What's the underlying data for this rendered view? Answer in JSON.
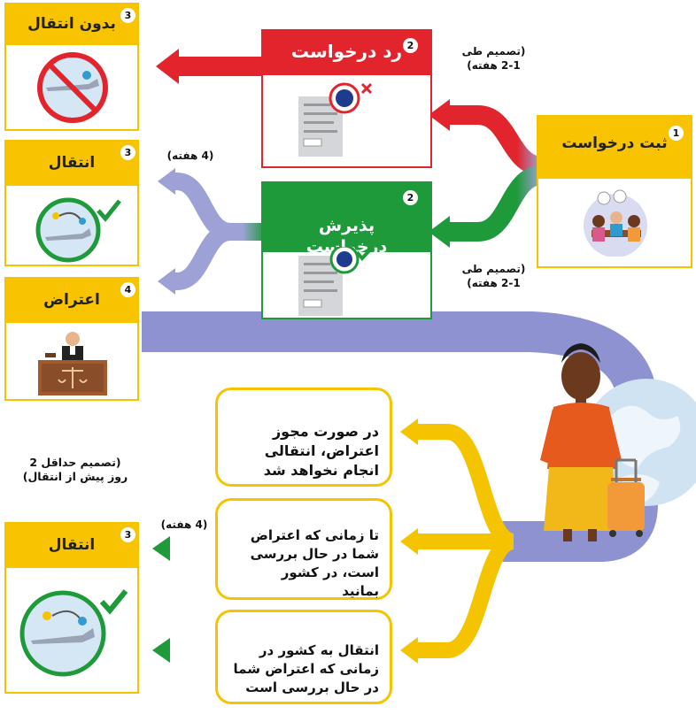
{
  "lodge": {
    "number": "1",
    "title": "ثبت درخواست"
  },
  "decision_time_top": "(تصمیم طی\n2-1 هفته)",
  "decision_time_bottom": "(تصمیم طی\n2-1 هفته)",
  "reject": {
    "number": "2",
    "title": "رد درخواست"
  },
  "accept": {
    "number": "2",
    "title": "پذیرش\nدرخواست"
  },
  "no_transfer": {
    "number": "3",
    "title": "بدون انتقال"
  },
  "transfer_top": {
    "number": "3",
    "title": "انتقال",
    "weeks": "(4 هفته)"
  },
  "appeal": {
    "number": "4",
    "title": "اعتراض"
  },
  "outcomes": [
    "در صورت مجوز\nاعتراض، انتقالی\nانجام نخواهد شد",
    "تا زمانی که اعتراض\nشما در حال بررسی\nاست، در کشور\nبمانید",
    "انتقال به کشور در\nزمانی که اعتراض شما\nدر حال بررسی است"
  ],
  "transfer_bottom": {
    "number": "3",
    "title": "انتقال",
    "weeks": "(4 هفته)",
    "notice": "(تصمیم حداقل 2\nروز پیش از انتقال)"
  },
  "colors": {
    "yellow": "#f8c300",
    "red": "#e2242c",
    "green": "#1f9a3b",
    "lavender": "#9ea1d6",
    "purple": "#7b7fc4"
  }
}
